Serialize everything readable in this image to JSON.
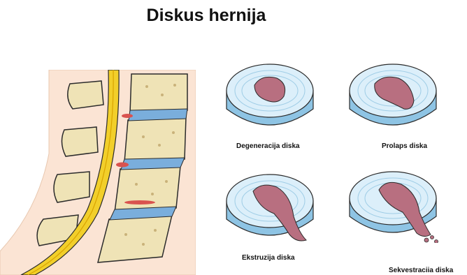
{
  "title": "Diskus hernija",
  "captions": {
    "degeneration": "Degeneracija diska",
    "prolapse": "Prolaps diska",
    "extrusion": "Ekstruzija diska",
    "sequestration": "Sekvestraciia diska"
  },
  "colors": {
    "disc_top": "#dceffa",
    "disc_ring_line": "#9fcde6",
    "disc_side": "#8ec4e4",
    "nucleus": "#b86f80",
    "bone": "#efe3b6",
    "bone_outline": "#2b2b2b",
    "spinal_cord": "#f2cf2a",
    "soft_tissue": "#fbe4d4",
    "vertebral_disc": "#7aaedc"
  }
}
